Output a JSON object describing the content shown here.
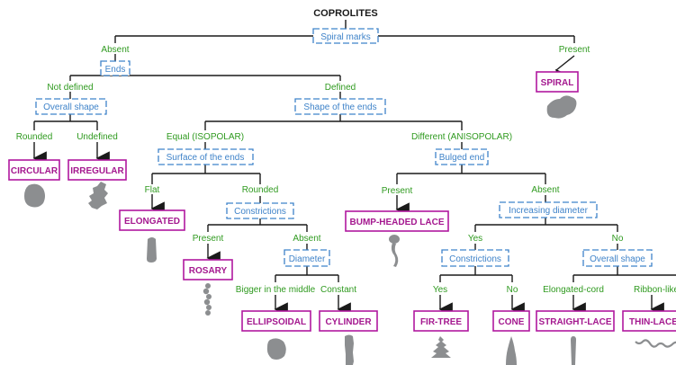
{
  "title": "COPROLITES",
  "questions": {
    "spiral_marks": "Spiral marks",
    "ends": "Ends",
    "overall_shape_1": "Overall shape",
    "shape_of_ends": "Shape of the ends",
    "surface_of_ends": "Surface of the ends",
    "bulged_end": "Bulged end",
    "constrictions_1": "Constrictions",
    "diameter": "Diameter",
    "increasing_diameter": "Increasing diameter",
    "constrictions_2": "Constrictions",
    "overall_shape_2": "Overall shape"
  },
  "answers": {
    "absent_1": "Absent",
    "present_1": "Present",
    "not_defined": "Not defined",
    "defined": "Defined",
    "rounded_1": "Rounded",
    "undefined": "Undefined",
    "equal": "Equal (ISOPOLAR)",
    "different": "Different (ANISOPOLAR)",
    "flat": "Flat",
    "rounded_2": "Rounded",
    "present_2": "Present",
    "absent_2": "Absent",
    "present_3": "Present",
    "absent_3": "Absent",
    "bigger_middle": "Bigger in the middle",
    "constant": "Constant",
    "yes_1": "Yes",
    "no_1": "No",
    "yes_2": "Yes",
    "no_2": "No",
    "elongated_cord": "Elongated-cord",
    "ribbon_like": "Ribbon-like"
  },
  "results": {
    "spiral": "SPIRAL",
    "circular": "CIRCULAR",
    "irregular": "IRREGULAR",
    "elongated": "ELONGATED",
    "rosary": "ROSARY",
    "bump_headed_lace": "BUMP-HEADED LACE",
    "ellipsoidal": "ELLIPSOIDAL",
    "cylinder": "CYLINDER",
    "fir_tree": "FIR-TREE",
    "cone": "CONE",
    "straight_lace": "STRAIGHT-LACE",
    "thin_lace": "THIN-LACE"
  },
  "colors": {
    "question_box": "#3f83c9",
    "answer_text": "#2f9a1f",
    "result_box": "#b0189f",
    "lines": "#1a1a1a",
    "shapes": "#8c8e90"
  }
}
